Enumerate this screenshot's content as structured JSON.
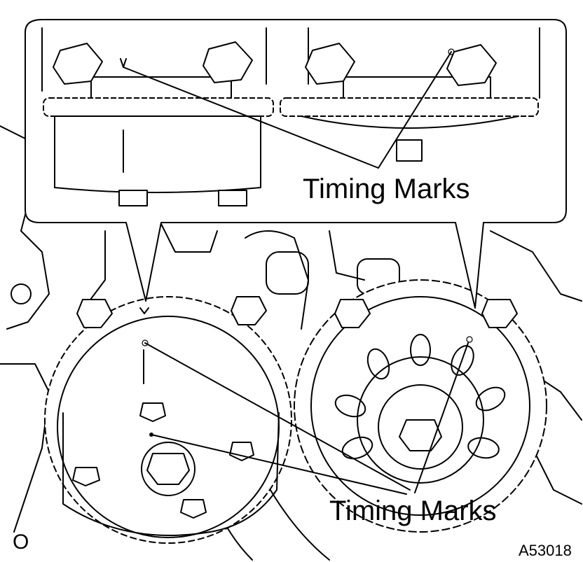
{
  "callouts": {
    "top_label": "Timing Marks",
    "bottom_label": "Timing Marks"
  },
  "figure": {
    "id": "A53018",
    "corner_mark": "O"
  },
  "colors": {
    "ink": "#000000",
    "paper": "#ffffff"
  }
}
